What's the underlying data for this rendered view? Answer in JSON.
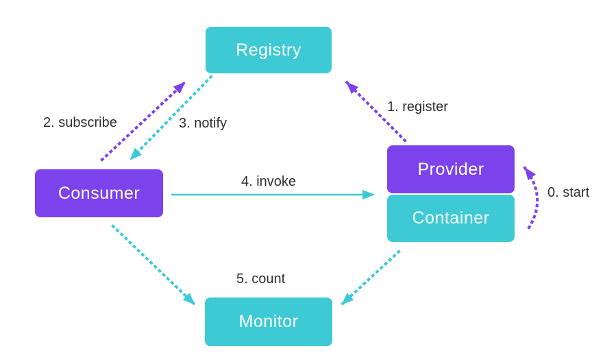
{
  "diagram": {
    "type": "architecture-flow",
    "background": "#ffffff",
    "colors": {
      "teal": "#3dcad5",
      "purple": "#7c42ec",
      "node_text": "#ffffff",
      "edge_label_text": "#2f2f2f"
    },
    "nodes": [
      {
        "id": "registry",
        "label": "Registry",
        "color": "#3dcad5"
      },
      {
        "id": "consumer",
        "label": "Consumer",
        "color": "#7c42ec"
      },
      {
        "id": "provider",
        "label": "Provider",
        "color": "#7c42ec"
      },
      {
        "id": "container",
        "label": "Container",
        "color": "#3dcad5"
      },
      {
        "id": "monitor",
        "label": "Monitor",
        "color": "#3dcad5"
      }
    ],
    "edges": [
      {
        "id": "start",
        "label": "0. start",
        "from": "container",
        "to": "provider",
        "line": "dotted",
        "color": "#7c42ec"
      },
      {
        "id": "register",
        "label": "1. register",
        "from": "provider",
        "to": "registry",
        "line": "dotted",
        "color": "#7c42ec"
      },
      {
        "id": "subscribe",
        "label": "2. subscribe",
        "from": "consumer",
        "to": "registry",
        "line": "dotted",
        "color": "#7c42ec"
      },
      {
        "id": "notify",
        "label": "3. notify",
        "from": "registry",
        "to": "consumer",
        "line": "dotted",
        "color": "#3dcad5"
      },
      {
        "id": "invoke",
        "label": "4. invoke",
        "from": "consumer",
        "to": "provider",
        "line": "solid",
        "color": "#3dcad5"
      },
      {
        "id": "count",
        "label": "5. count",
        "from": "consumer, provider",
        "to": "monitor",
        "line": "dotted",
        "color": "#3dcad5"
      }
    ]
  }
}
